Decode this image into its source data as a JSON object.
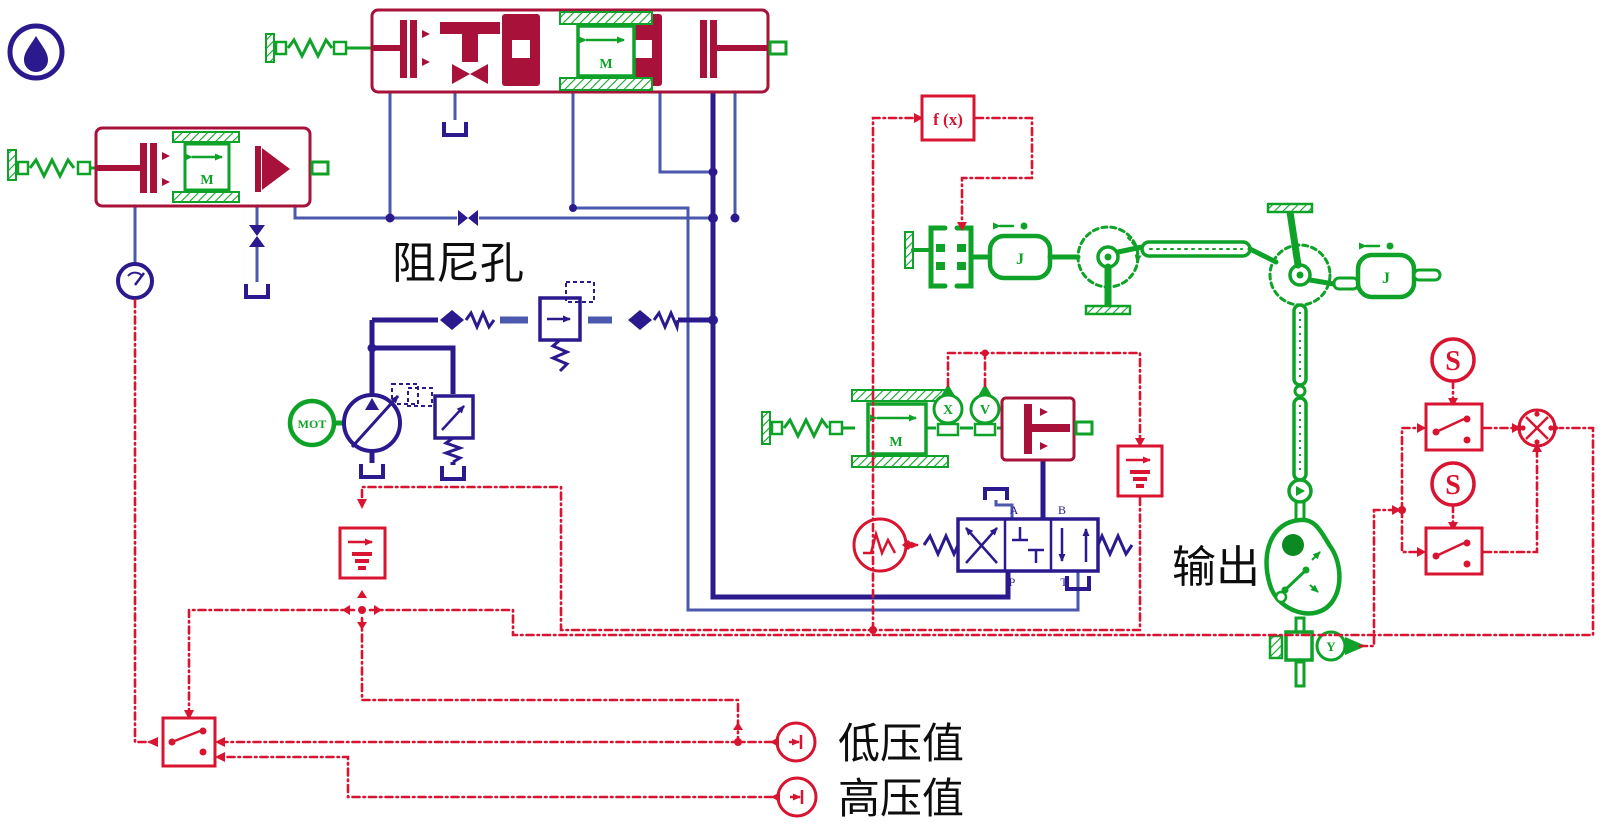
{
  "labels": {
    "damping_orifice": "阻尼孔",
    "output": "输出",
    "low_pressure": "低压值",
    "high_pressure": "高压值"
  },
  "blocks": {
    "prime_mover": "MOT",
    "function_block": "f (x)",
    "inertia_left": "J",
    "inertia_right": "J",
    "mass_left_valve": "M",
    "mass_top_valve": "M",
    "mass_load": "M",
    "sensor_displacement": "X",
    "sensor_velocity": "V",
    "sensor_angle": "Y",
    "signal_source_upper": "S",
    "signal_source_lower": "S"
  },
  "servo_valve_ports": {
    "a": "A",
    "b": "B",
    "p": "P",
    "t": "T"
  },
  "colors": {
    "hydraulic_line": "#2a1a8e",
    "hydraulic_line_light": "#4a58ae",
    "signal_line": "#d81430",
    "valve_body": "#a8123a",
    "mechanical": "#0fa228"
  }
}
